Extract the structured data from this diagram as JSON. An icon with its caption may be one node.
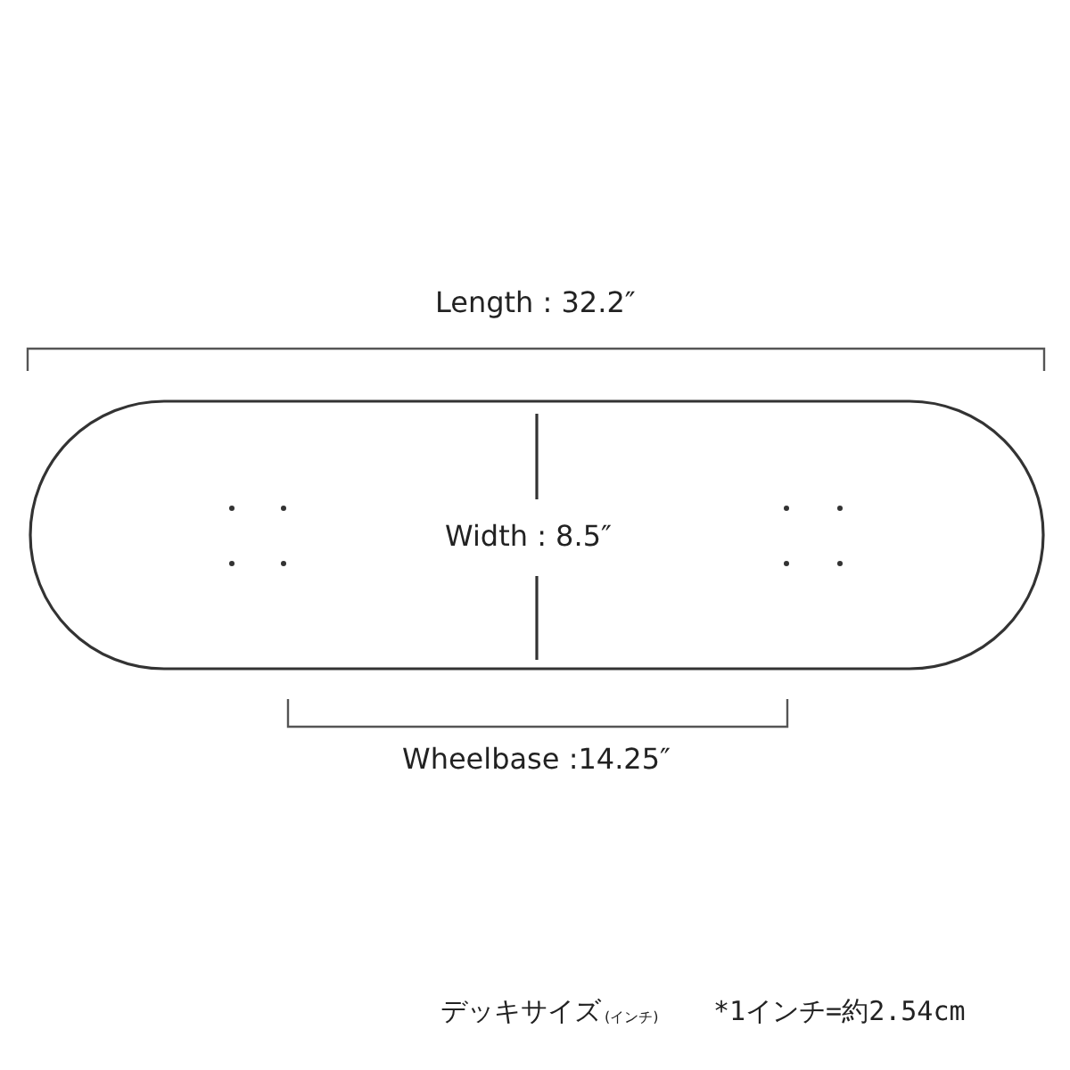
{
  "diagram": {
    "labels": [
      "Length :  32.2″",
      "Width : 8.5″",
      "Wheelbase :14.25″",
      "デッキサイズ",
      "(インチ)",
      "*1インチ=約2.54cm"
    ]
  }
}
